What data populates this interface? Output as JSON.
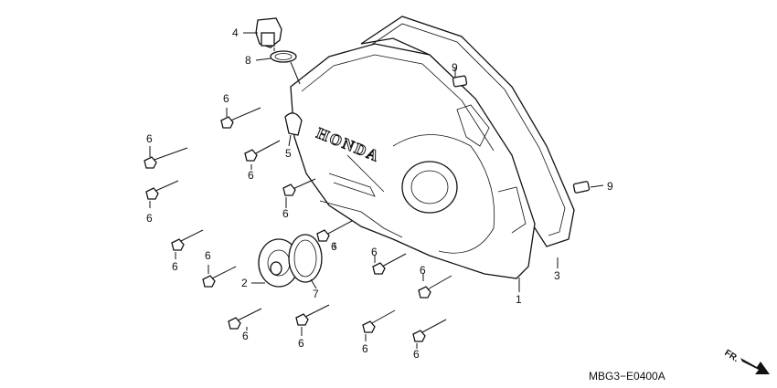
{
  "diagram": {
    "diagram_code": "MBG3−E0400A",
    "brand_emboss": "HONDA",
    "direction_label": "FR.",
    "callouts": {
      "c4": "4",
      "c8": "8",
      "c9a": "9",
      "c9b": "9",
      "c5": "5",
      "c6a": "6",
      "c6b": "6",
      "c6c": "6",
      "c6d": "6",
      "c6e": "6",
      "c6f": "6",
      "c6g": "6",
      "c6h": "6",
      "c6i": "6",
      "c6j": "6",
      "c6k": "6",
      "c6l": "6",
      "c2": "2",
      "c7": "7",
      "c1": "1",
      "c3": "3"
    }
  }
}
